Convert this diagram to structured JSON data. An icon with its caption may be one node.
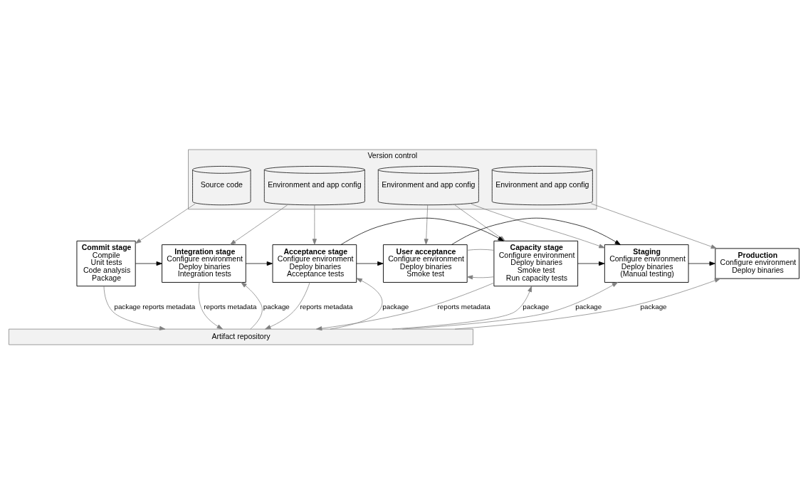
{
  "diagram": {
    "nodes": [
      {
        "text": [
          "Version control"
        ]
      },
      {
        "text": [
          "Source code"
        ],
        "in": 0
      },
      {
        "text": [
          "Environment and app config"
        ],
        "in": 0
      },
      {
        "text": [
          "Environment and app config"
        ],
        "in": 0
      },
      {
        "text": [
          "Environment and app config"
        ],
        "in": 0
      },
      {
        "text": [
          "Commit stage",
          "Compile",
          "Unit tests",
          "Code analysis",
          "Package"
        ]
      },
      {
        "text": [
          "Integration stage",
          "Configure environment",
          "Deploy binaries",
          "Integration tests"
        ]
      },
      {
        "text": [
          "Acceptance stage",
          "Configure environment",
          "Deploy binaries",
          "Acceptance tests"
        ]
      },
      {
        "text": [
          "User acceptance",
          "Configure environment",
          "Deploy binaries",
          "Smoke test"
        ]
      },
      {
        "text": [
          "Capacity stage",
          "Configure environment",
          "Deploy binaries",
          "Smoke test",
          "Run capacity tests"
        ]
      },
      {
        "text": [
          "Staging",
          "Configure environment",
          "Deploy binaries",
          "(Manual testing)"
        ]
      },
      {
        "text": [
          "Production",
          "Configure environment",
          "Deploy binaries"
        ]
      },
      {
        "text": [
          "Artifact repository"
        ]
      }
    ],
    "edges": [
      {
        "from": 1,
        "to": 5,
        "arrow": "to"
      },
      {
        "from": 2,
        "to": 6,
        "arrow": "to"
      },
      {
        "from": 2,
        "to": 7,
        "arrow": "to"
      },
      {
        "from": 3,
        "to": 8,
        "arrow": "to"
      },
      {
        "from": 3,
        "to": 9,
        "arrow": "to"
      },
      {
        "from": 3,
        "to": 10,
        "arrow": "to"
      },
      {
        "from": 4,
        "to": 11,
        "arrow": "to"
      },
      {
        "from": 5,
        "to": 6,
        "arrow": "to",
        "color": "#000000"
      },
      {
        "from": 6,
        "to": 7,
        "arrow": "to",
        "color": "#000000"
      },
      {
        "from": 7,
        "to": 8,
        "arrow": "to",
        "color": "#000000"
      },
      {
        "from": 7,
        "to": 9,
        "arrow": "to",
        "color": "#000000"
      },
      {
        "from": 8,
        "to": 10,
        "arrow": "to",
        "color": "#000000"
      },
      {
        "from": 9,
        "to": 10,
        "arrow": "to",
        "color": "#000000"
      },
      {
        "from": 10,
        "to": 11,
        "arrow": "to",
        "color": "#000000"
      },
      {
        "from": 9,
        "to": 8,
        "arrow": "to"
      },
      {
        "from": 8,
        "to": 9,
        "arrow": "none"
      },
      {
        "from": 5,
        "to": 12,
        "arrow": "to",
        "label": "package reports metadata"
      },
      {
        "from": 12,
        "to": 6,
        "arrow": "to",
        "label": "package"
      },
      {
        "from": 6,
        "to": 12,
        "arrow": "to",
        "label": "reports metadata"
      },
      {
        "from": 12,
        "to": 7,
        "arrow": "to",
        "label": "package"
      },
      {
        "from": 7,
        "to": 12,
        "arrow": "to",
        "label": "reports metadata"
      },
      {
        "from": 12,
        "to": 9,
        "arrow": "to",
        "label": "package"
      },
      {
        "from": 9,
        "to": 12,
        "arrow": "to",
        "label": "reports metadata"
      },
      {
        "from": 12,
        "to": 10,
        "arrow": "to",
        "label": "package"
      },
      {
        "from": 12,
        "to": 11,
        "arrow": "to",
        "label": "package"
      }
    ]
  }
}
